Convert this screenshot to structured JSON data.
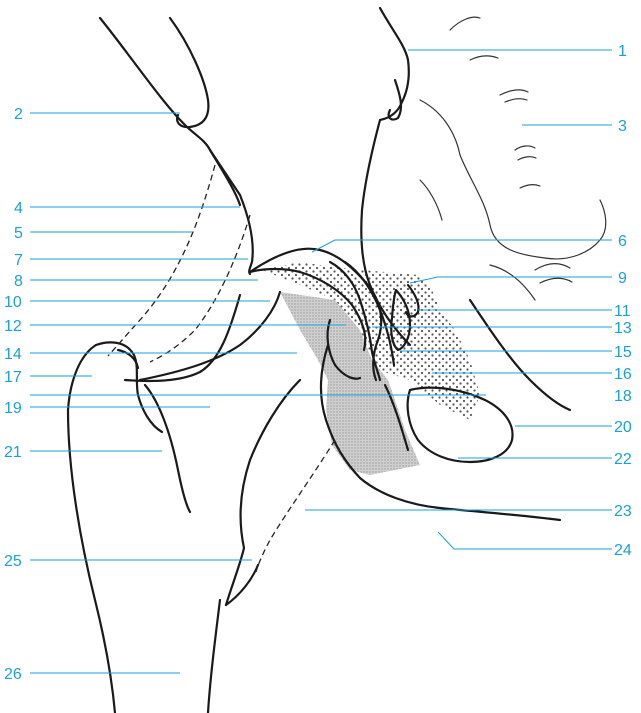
{
  "colors": {
    "label": "#1aa0dc",
    "ink": "#1a1a1a",
    "shade": "#c8c8c8",
    "dots": "#555555"
  },
  "labels": [
    "1",
    "2",
    "3",
    "4",
    "5",
    "6",
    "7",
    "8",
    "9",
    "10",
    "11",
    "12",
    "13",
    "14",
    "15",
    "16",
    "17",
    "18",
    "19",
    "20",
    "21",
    "22",
    "23",
    "24",
    "25",
    "26"
  ]
}
